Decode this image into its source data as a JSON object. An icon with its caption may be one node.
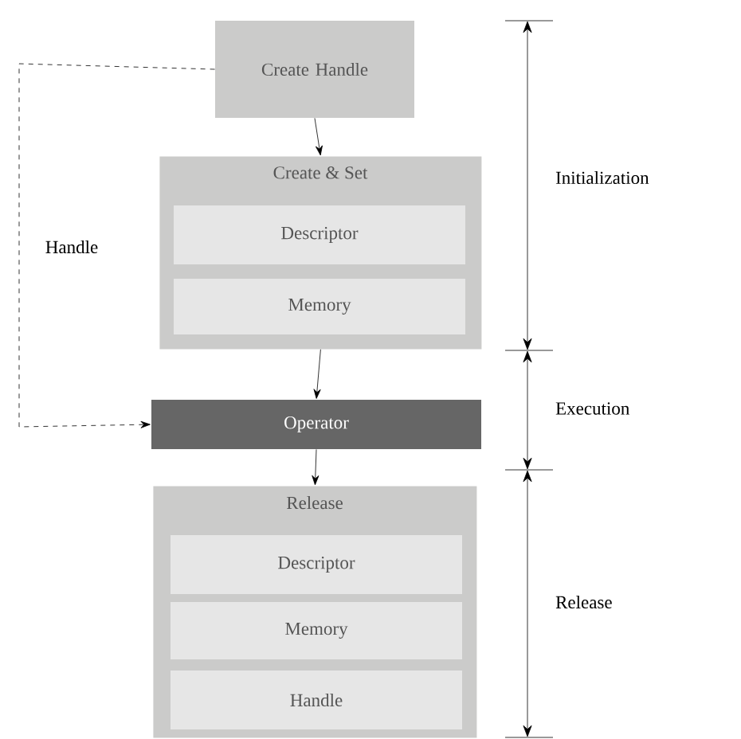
{
  "diagram": {
    "nodes": [
      {
        "text": [
          "Create Handle"
        ]
      },
      {
        "text": [
          "Create & Set"
        ]
      },
      {
        "text": [
          "Descriptor"
        ],
        "in": 1
      },
      {
        "text": [
          "Memory"
        ],
        "in": 1
      },
      {
        "text": [
          "Operator"
        ]
      },
      {
        "text": [
          "Release"
        ]
      },
      {
        "text": [
          "Descriptor"
        ],
        "in": 5
      },
      {
        "text": [
          "Memory"
        ],
        "in": 5
      },
      {
        "text": [
          "Handle"
        ],
        "in": 5
      }
    ],
    "edges": [
      {
        "from": 0,
        "to": 1,
        "arrow": "to"
      },
      {
        "from": 1,
        "to": 4,
        "arrow": "to"
      },
      {
        "from": 4,
        "to": 5,
        "arrow": "to"
      },
      {
        "from": 0,
        "to": 4,
        "arrow": "to",
        "style": "dashed",
        "label": "Handle"
      }
    ],
    "labels": [
      "Initialization",
      "Execution",
      "Release"
    ]
  }
}
